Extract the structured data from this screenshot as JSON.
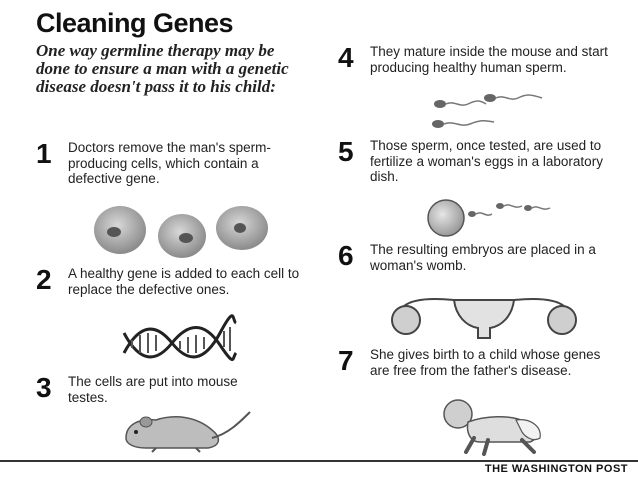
{
  "title": "Cleaning Genes",
  "intro": "One way germline therapy may be done to ensure a man with a genetic disease doesn't pass it to his child:",
  "steps": [
    {
      "num": "1",
      "text": "Doctors remove the man's sperm-producing cells, which contain a defective gene.",
      "illustration": "cells-icon"
    },
    {
      "num": "2",
      "text": "A healthy gene is added to each cell to replace the defective ones.",
      "illustration": "dna-helix-icon"
    },
    {
      "num": "3",
      "text": "The cells are put into mouse testes.",
      "illustration": "mouse-icon"
    },
    {
      "num": "4",
      "text": "They mature inside the mouse and start producing healthy human sperm.",
      "illustration": "sperm-icon"
    },
    {
      "num": "5",
      "text": "Those sperm, once tested, are used to fertilize a woman's eggs in a laboratory dish.",
      "illustration": "egg-fertilization-icon"
    },
    {
      "num": "6",
      "text": "The resulting embryos are placed in a woman's womb.",
      "illustration": "uterus-icon"
    },
    {
      "num": "7",
      "text": "She gives birth to a child whose genes are free from the father's disease.",
      "illustration": "baby-icon"
    }
  ],
  "credit": "THE WASHINGTON POST"
}
